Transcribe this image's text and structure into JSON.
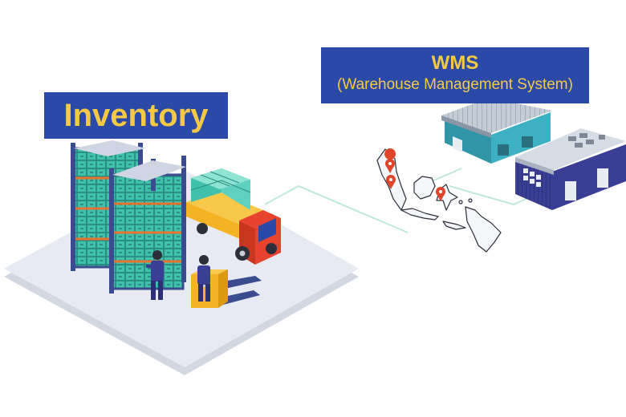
{
  "inventory": {
    "label": "Inventory"
  },
  "wms": {
    "title": "WMS",
    "subtitle": "(Warehouse Management System)"
  },
  "colors": {
    "label_bg": "#2b4aa8",
    "label_text": "#f6c945",
    "platform": "#e7eaf2",
    "rack": "#3a4b8f",
    "boxes": "#3fc1ae",
    "truck_cab": "#e8432f",
    "truck_bed": "#f3b323",
    "warehouse_teal": "#3db1c4",
    "warehouse_navy": "#3a3f95",
    "connector": "#bfe8e0",
    "map_pin": "#e0452b"
  },
  "icons": [
    "warehouse-rack-icon",
    "delivery-truck-icon",
    "worker-icon",
    "pallet-jack-icon",
    "warehouse-building-icon",
    "indonesia-map-icon",
    "map-pin-icon"
  ]
}
